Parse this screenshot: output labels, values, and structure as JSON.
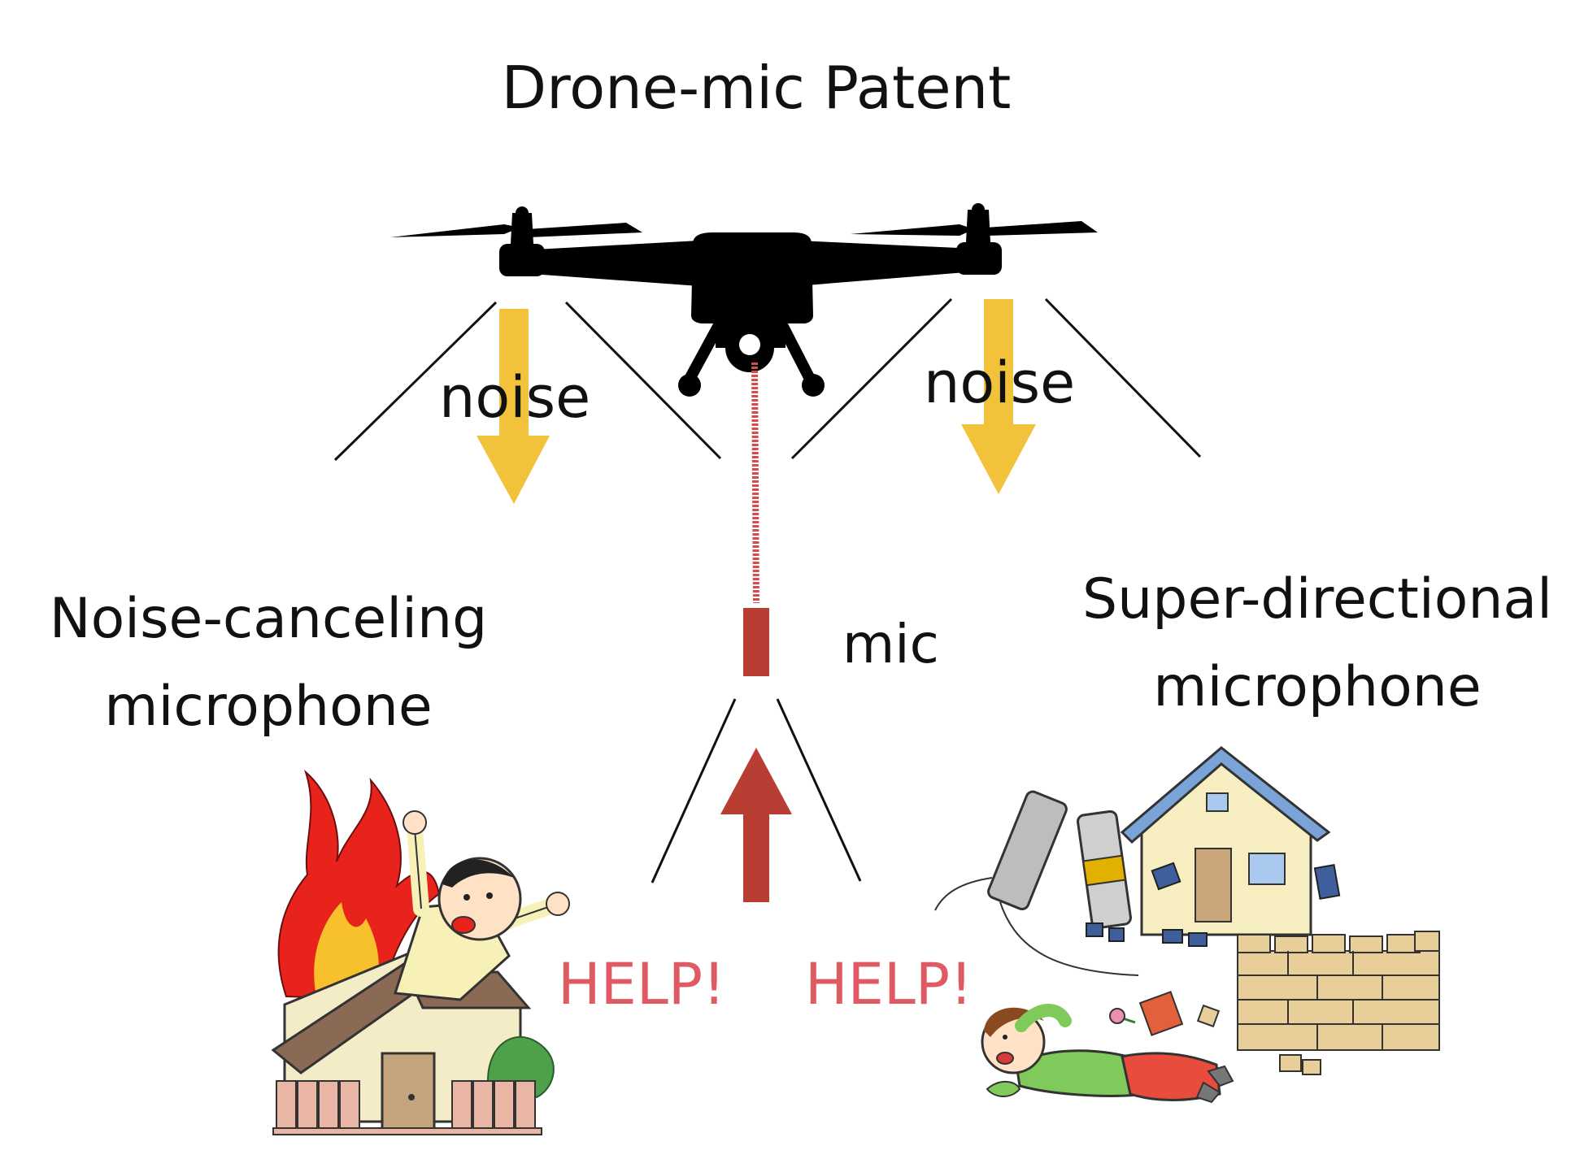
{
  "title": "Drone-mic Patent",
  "labels": {
    "noise_left": "noise",
    "noise_right": "noise",
    "mic": "mic",
    "noise_canceling_line1": "Noise-canceling",
    "noise_canceling_line2": "microphone",
    "super_directional_line1": "Super-directional",
    "super_directional_line2": "microphone",
    "help_left": "HELP!",
    "help_right": "HELP!"
  },
  "colors": {
    "drone": "#000000",
    "noise_arrow": "#f2c33a",
    "mic": "#b83d32",
    "help_arrow": "#b83d32",
    "help_text": "#e05a63",
    "cable": "#d94a4a"
  },
  "icons": {
    "drone": "quadcopter-drone-icon",
    "noise_arrow": "arrow-down-icon",
    "help_arrow": "arrow-up-icon",
    "microphone": "microphone-icon",
    "fire_scene": "burning-house-person-icon",
    "earthquake_scene": "collapsed-house-injured-person-icon"
  }
}
